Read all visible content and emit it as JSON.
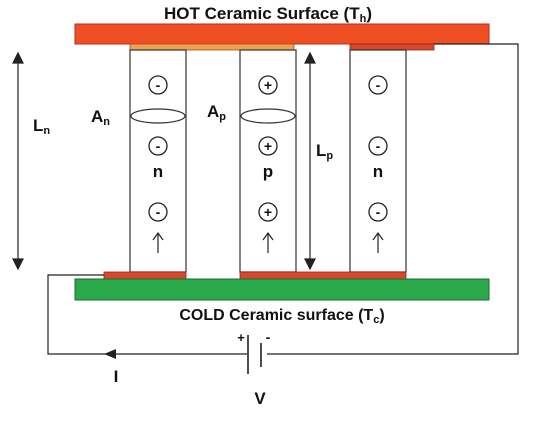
{
  "hot_surface": {
    "title_main": "HOT Ceramic Surface (T",
    "title_sub": "h",
    "title_end": ")"
  },
  "cold_surface": {
    "title_main": "COLD Ceramic surface (T",
    "title_sub": "c",
    "title_end": ")"
  },
  "dimensions": {
    "ln_main": "L",
    "ln_sub": "n",
    "lp_main": "L",
    "lp_sub": "p",
    "an_main": "A",
    "an_sub": "n",
    "ap_main": "A",
    "ap_sub": "p"
  },
  "legs": [
    {
      "type_label": "n",
      "carrier_symbol": "-"
    },
    {
      "type_label": "p",
      "carrier_symbol": "+"
    },
    {
      "type_label": "n",
      "carrier_symbol": "-"
    }
  ],
  "circuit": {
    "current_label": "I",
    "voltage_label": "V",
    "battery_plus": "+",
    "battery_minus": "-"
  },
  "colors": {
    "hot_plate": "#f04e23",
    "cold_plate": "#2aa84a",
    "contact_hot": "#f0a050",
    "contact_red": "#d9462c",
    "leg_fill": "#ffffff",
    "line": "#222222"
  }
}
